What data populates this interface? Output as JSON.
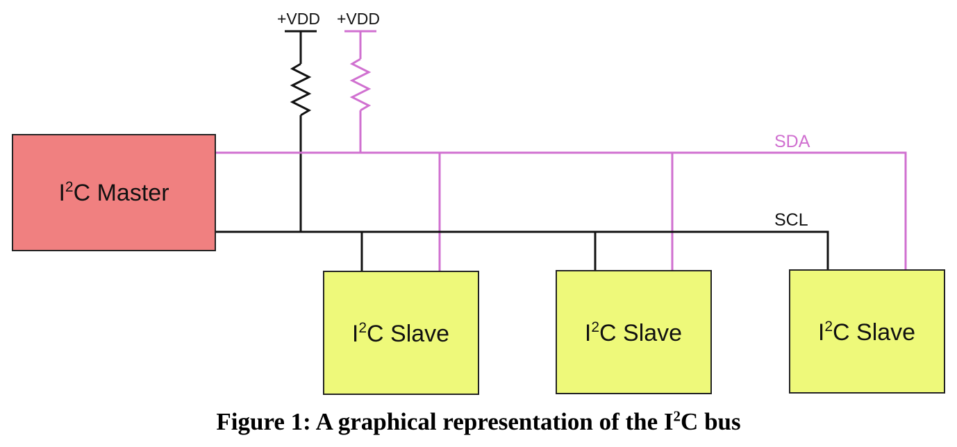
{
  "colors": {
    "scl": "#111111",
    "sda": "#d070d0",
    "master_fill": "#f08080",
    "slave_fill": "#eef97a",
    "box_stroke": "#222222"
  },
  "master": {
    "label_prefix": "I",
    "label_sup": "2",
    "label_suffix": "C Master"
  },
  "slaves": [
    {
      "label_prefix": "I",
      "label_sup": "2",
      "label_suffix": "C Slave"
    },
    {
      "label_prefix": "I",
      "label_sup": "2",
      "label_suffix": "C Slave"
    },
    {
      "label_prefix": "I",
      "label_sup": "2",
      "label_suffix": "C Slave"
    }
  ],
  "pullups": [
    {
      "vdd_label": "+VDD",
      "line": "scl"
    },
    {
      "vdd_label": "+VDD",
      "line": "sda"
    }
  ],
  "bus_labels": {
    "sda": "SDA",
    "scl": "SCL"
  },
  "caption": {
    "prefix": "Figure 1: A graphical representation of the I",
    "sup": "2",
    "suffix": "C bus"
  }
}
